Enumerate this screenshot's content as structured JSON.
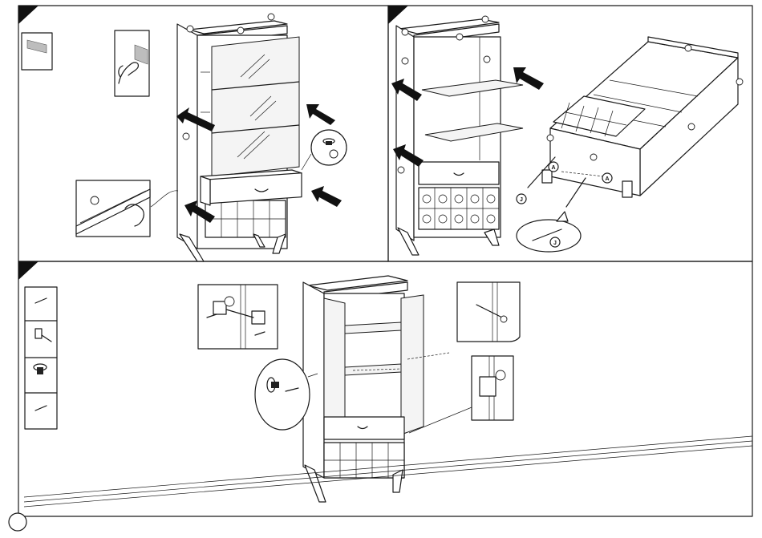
{
  "panels": [
    {
      "id": "step-a",
      "label": "",
      "description_hidden": true
    },
    {
      "id": "step-b",
      "label": ""
    },
    {
      "id": "step-c",
      "label": ""
    }
  ],
  "callout_letters": {
    "j1": "J",
    "j2": "J",
    "j3": "J",
    "a1": "A",
    "a2": "A"
  },
  "colors": {
    "ink": "#1a1a1a",
    "paper": "#ffffff",
    "glass": "#f4f4f4",
    "tape": "#bdbdbd"
  },
  "icons": [
    "arrow-icon",
    "screw-icon",
    "hinge-icon",
    "knob-icon",
    "tape-icon",
    "hand-icon"
  ]
}
